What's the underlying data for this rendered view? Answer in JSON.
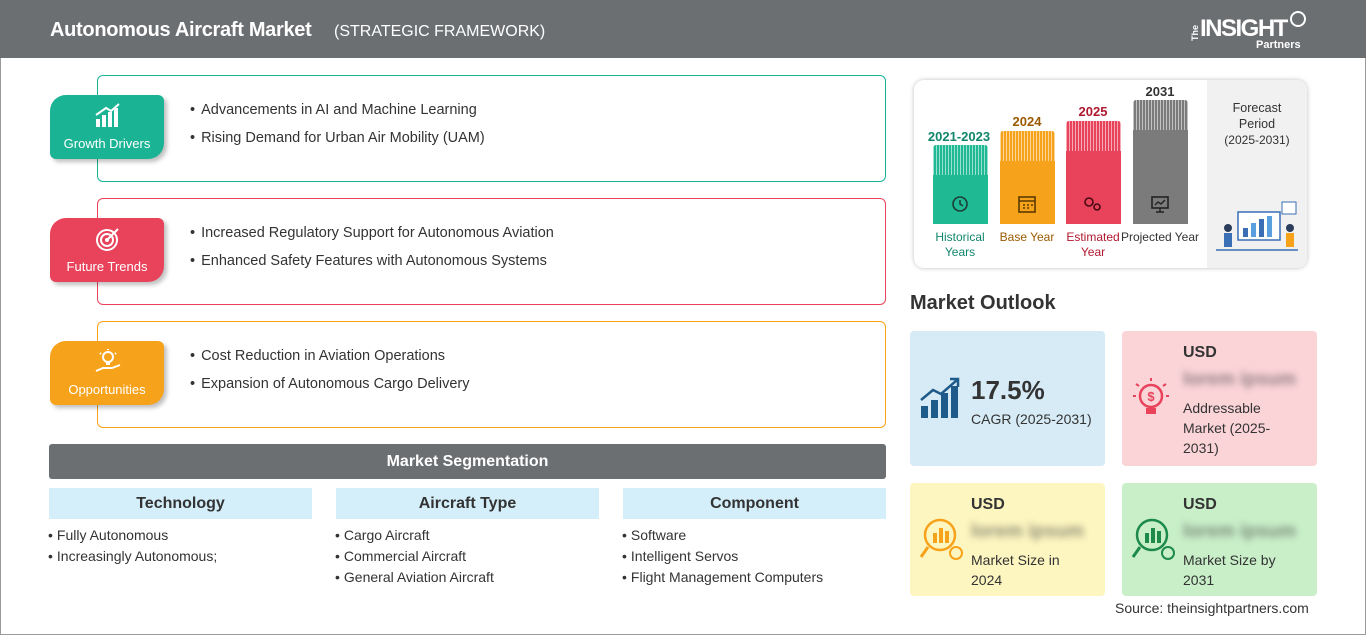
{
  "header": {
    "title": "Autonomous Aircraft Market",
    "subtitle": "(STRATEGIC FRAMEWORK)",
    "logo": {
      "the": "The",
      "insight": "INSIGHT",
      "partners": "Partners"
    }
  },
  "framework": [
    {
      "label": "Growth Drivers",
      "color": "#1ab394",
      "icon": "growth-chart-icon",
      "items": [
        "Advancements in AI and Machine Learning",
        "Rising Demand for Urban Air Mobility (UAM)"
      ]
    },
    {
      "label": "Future Trends",
      "color": "#e8435a",
      "icon": "target-icon",
      "items": [
        "Increased Regulatory Support for Autonomous Aviation",
        "Enhanced Safety Features with Autonomous Systems"
      ]
    },
    {
      "label": "Opportunities",
      "color": "#f7a21b",
      "icon": "lightbulb-hand-icon",
      "items": [
        "Cost Reduction in Aviation Operations",
        "Expansion of Autonomous Cargo Delivery"
      ]
    }
  ],
  "segmentation": {
    "title": "Market Segmentation",
    "columns": [
      {
        "heading": "Technology",
        "items": [
          "Fully Autonomous",
          "Increasingly Autonomous;"
        ]
      },
      {
        "heading": "Aircraft Type",
        "items": [
          "Cargo Aircraft",
          "Commercial Aircraft",
          "General Aviation Aircraft"
        ]
      },
      {
        "heading": "Component",
        "items": [
          "Software",
          "Intelligent Servos",
          "Flight Management Computers"
        ]
      }
    ]
  },
  "timeline": {
    "bars": [
      {
        "year": "2021-2023",
        "label": "Historical Years",
        "color": "#1fb994",
        "text_color": "#11866b"
      },
      {
        "year": "2024",
        "label": "Base Year",
        "color": "#f7a21b",
        "text_color": "#9a5a00"
      },
      {
        "year": "2025",
        "label": "Estimated Year",
        "color": "#e8435a",
        "text_color": "#b0182f"
      },
      {
        "year": "2031",
        "label": "Projected Year",
        "color": "#7b7b7b",
        "text_color": "#333333"
      }
    ],
    "forecast_title": "Forecast Period",
    "forecast_period": "(2025-2031)"
  },
  "market_outlook": {
    "title": "Market Outlook",
    "cagr": {
      "value": "17.5%",
      "label": "CAGR (2025-2031)",
      "bg": "#d6ebf6"
    },
    "addressable": {
      "usd": "USD",
      "placeholder": "lorem ipsum",
      "label": "Addressable Market (2025-2031)",
      "bg": "#fbd4d8"
    },
    "size_2024": {
      "usd": "USD",
      "placeholder": "lorem ipsum",
      "label": "Market Size in 2024",
      "bg": "#fdf6c0"
    },
    "size_2031": {
      "usd": "USD",
      "placeholder": "lorem ipsum",
      "label": "Market Size by 2031",
      "bg": "#c9efc9"
    }
  },
  "source": "Source: theinsightpartners.com"
}
